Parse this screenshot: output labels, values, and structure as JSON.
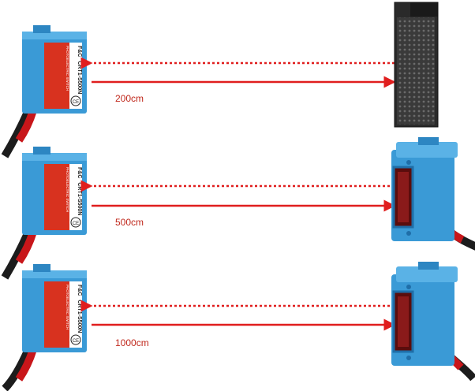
{
  "sensor": {
    "brand": "F&C",
    "model": "CRT1-S500N",
    "subtitle": "PHOTOELECTRIC SWITCH",
    "ce_mark": "CE"
  },
  "rows": [
    {
      "distance_label": "200cm",
      "target": "reflector"
    },
    {
      "distance_label": "500cm",
      "target": "receiver"
    },
    {
      "distance_label": "1000cm",
      "target": "receiver"
    }
  ],
  "colors": {
    "body_blue": "#3a9ad6",
    "body_blue_dark": "#1f6ea8",
    "label_red": "#d8321f",
    "beam_red": "#e01e1e",
    "cable": "#1c1c1c",
    "cable_red": "#c8161a",
    "reflector_dark": "#2a2a2a"
  }
}
